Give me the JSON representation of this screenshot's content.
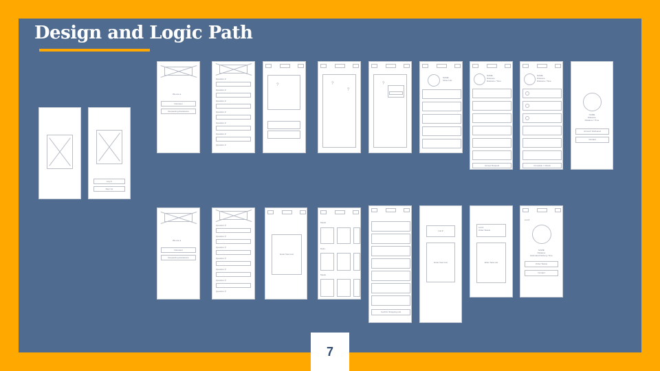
{
  "slide": {
    "title": "Design and Logic Path",
    "page_number": "7"
  },
  "wireframe_text": {
    "log_in": "Log In",
    "sign_up": "Sign Up",
    "we_are_a": "We are a",
    "volunteer": "Volunteer",
    "requesting_assistance": "Requesting Assistance",
    "question": "Question #",
    "question_mark": "?",
    "name": "NAME",
    "other_info": "Other Info",
    "distance": "Distance",
    "distance_time": "Distance / Time",
    "accept_request": "Accept Request",
    "complete_unlock": "Complete / Unlock",
    "arrived_delivered": "Arrived / Delivered",
    "contact": "Contact",
    "enter_new_list": "Enter New List",
    "meals": "Meals",
    "dairy": "Dairy",
    "confirm_shopping_list": "Confirm Shopping List",
    "list": "List #",
    "order_status": "Order Status",
    "estimated_delivery_time": "Estimated Delivery Time",
    "order_status_btn": "Order Status"
  }
}
